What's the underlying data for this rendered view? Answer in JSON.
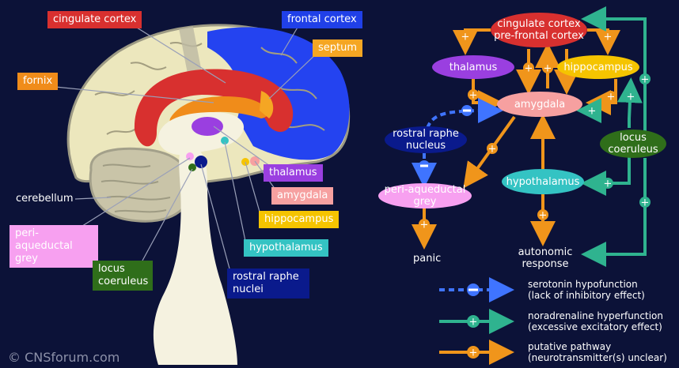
{
  "copyright": "© CNSforum.com",
  "colors": {
    "background": "#0c1238",
    "cingulate": "#d8302f",
    "frontal": "#2040e8",
    "septum": "#f5a623",
    "fornix": "#f08c1a",
    "thalamus": "#9a3fe0",
    "amygdala": "#f6a0a0",
    "hippocampus": "#f5c400",
    "hypothalamus": "#34c3c3",
    "pag": "#f7a0f0",
    "locus": "#2f6e1a",
    "raphe": "#0a1a8c",
    "serotonin": "#3f74ff",
    "noradrenaline": "#2fb38f",
    "putative": "#f0951b"
  },
  "brain_labels": {
    "cingulate": "cingulate cortex",
    "frontal": "frontal cortex",
    "septum": "septum",
    "fornix": "fornix",
    "thalamus": "thalamus",
    "amygdala": "amygdala",
    "hippocampus": "hippocampus",
    "hypothalamus": "hypothalamus",
    "cerebellum": "cerebellum",
    "pag": "peri-aqueductal grey",
    "locus": "locus coeruleus",
    "raphe": "rostral raphe nuclei"
  },
  "nodes": {
    "cingulate": "cingulate cortex pre-frontal cortex",
    "thalamus": "thalamus",
    "hippocampus": "hippocampus",
    "amygdala": "amygdala",
    "raphe": "rostral raphe nucleus",
    "locus": "locus coeruleus",
    "pag": "peri-aqueductal grey",
    "hypothalamus": "hypothalamus"
  },
  "outcomes": {
    "panic": "panic",
    "autonomic": "autonomic response"
  },
  "legend": {
    "serotonin": "serotonin hypofunction (lack of inhibitory effect)",
    "noradrenaline": "noradrenaline hyperfunction (excessive excitatory effect)",
    "putative": "putative pathway (neurotransmitter(s) unclear)"
  }
}
